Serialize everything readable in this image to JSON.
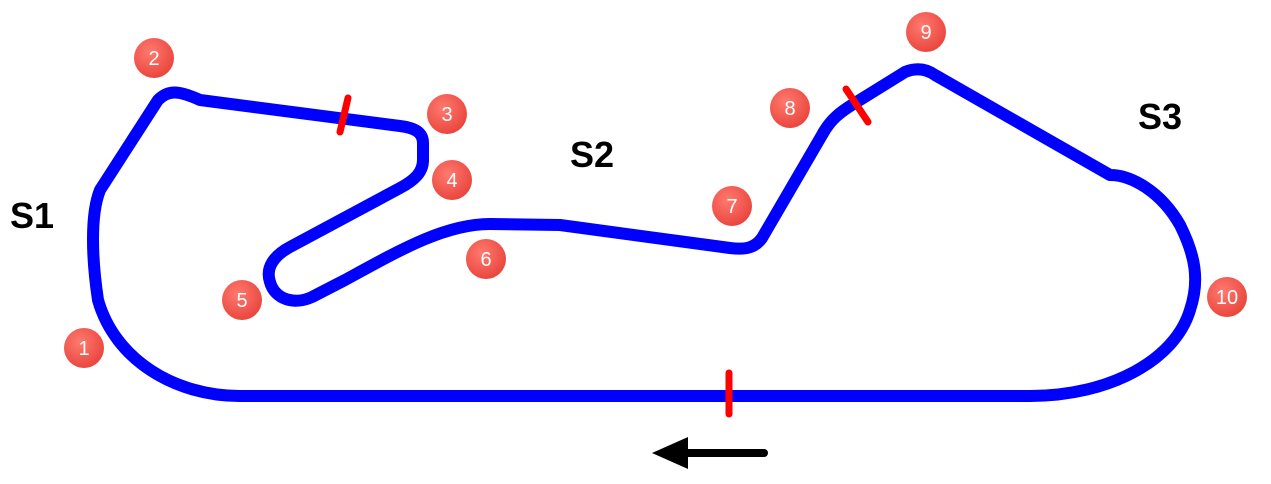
{
  "track": {
    "line_color": "#0000ff",
    "sector_marker_color": "#ff0000",
    "turn_badge_color": "#f04e45",
    "direction_arrow": "arrow-left-icon"
  },
  "sectors": [
    {
      "label": "S1"
    },
    {
      "label": "S2"
    },
    {
      "label": "S3"
    }
  ],
  "turns": [
    {
      "number": "1"
    },
    {
      "number": "2"
    },
    {
      "number": "3"
    },
    {
      "number": "4"
    },
    {
      "number": "5"
    },
    {
      "number": "6"
    },
    {
      "number": "7"
    },
    {
      "number": "8"
    },
    {
      "number": "9"
    },
    {
      "number": "10"
    }
  ]
}
